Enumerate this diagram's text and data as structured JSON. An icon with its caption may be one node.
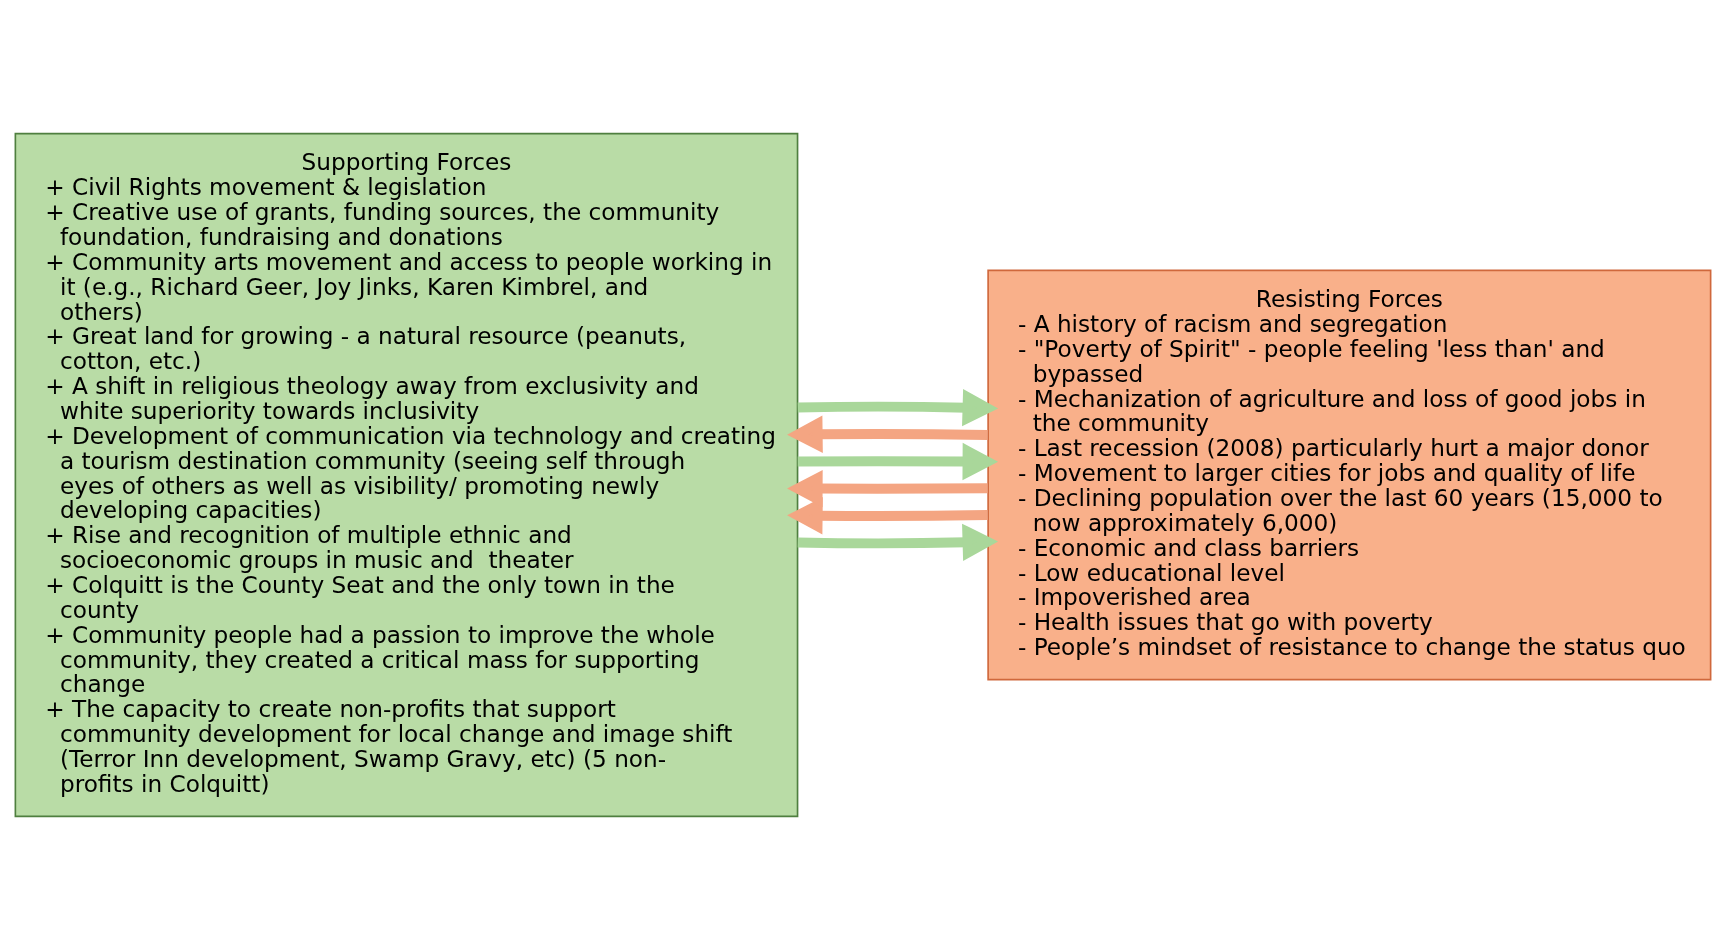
{
  "diagram": {
    "nodes": [
      {
        "text": [
          "Supporting Forces",
          "+ Civil Rights movement & legislation",
          "+ Creative use of grants, funding sources, the community foundation, fundraising and donations",
          "+ Community arts movement and access to people working in it (e.g., Richard Geer, Joy Jinks, Karen Kimbrel, and others)",
          "+ Great land for growing - a natural resource (peanuts, cotton, etc.)",
          "+ A shift in religious theology away from exclusivity and white superiority towards inclusivity",
          "+ Development of communication via technology and creating a tourism destination community (seeing self through eyes of others as well as visibility/ promoting newly developing capacities)",
          "+ Rise and recognition of multiple ethnic and socioeconomic groups in music and  theater",
          "+ Colquitt is the County Seat and the only town in the county",
          "+ Community people had a passion to improve the whole community, they created a critical mass for supporting change",
          "+ The capacity to create non-profits that support community development for local change and image shift (Terror Inn development, Swamp Gravy, etc) (5 non-profits in Colquitt)"
        ]
      },
      {
        "text": [
          "Resisting Forces",
          "- A history of racism and segregation",
          "- \"Poverty of Spirit\" - people feeling 'less than' and bypassed",
          "- Mechanization of agriculture and loss of good jobs in the community",
          "- Last recession (2008) particularly hurt a major donor",
          "- Movement to larger cities for jobs and quality of life",
          "- Declining population over the last 60 years (15,000 to now approximately 6,000)",
          "- Economic and class barriers",
          "- Low educational level",
          "- Impoverished area",
          "- Health issues that go with poverty",
          "- People’s mindset of resistance to change the status quo"
        ]
      }
    ],
    "edges": [
      {
        "from": 1,
        "to": 0,
        "arrow": "to",
        "color": "#f4a582"
      },
      {
        "from": 0,
        "to": 1,
        "arrow": "to",
        "color": "#a9d79a"
      },
      {
        "from": 1,
        "to": 0,
        "arrow": "to",
        "color": "#f4a582"
      },
      {
        "from": 0,
        "to": 1,
        "arrow": "to",
        "color": "#a9d79a"
      },
      {
        "from": 1,
        "to": 0,
        "arrow": "to",
        "color": "#f4a582"
      },
      {
        "from": 0,
        "to": 1,
        "arrow": "to",
        "color": "#a9d79a"
      }
    ]
  }
}
